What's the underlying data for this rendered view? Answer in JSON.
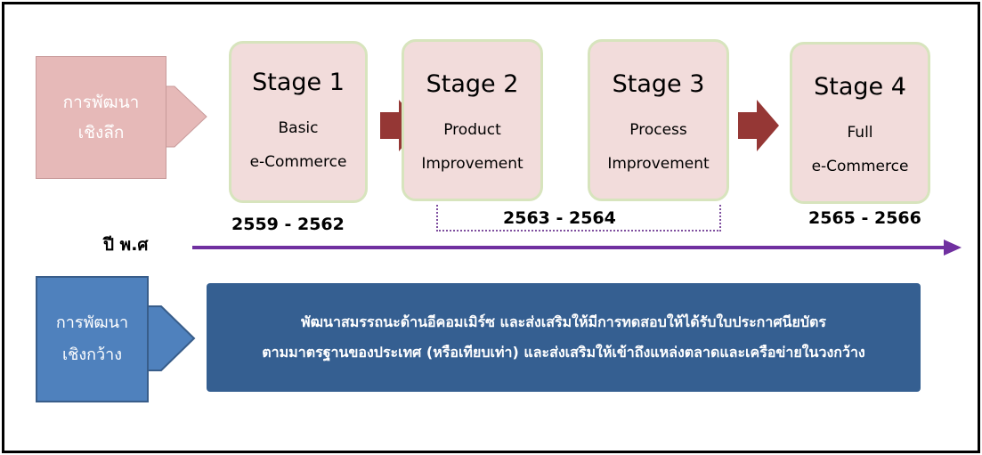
{
  "deep_development": {
    "line1": "การพัฒนา",
    "line2": "เชิงลึก"
  },
  "stages": [
    {
      "title": "Stage 1",
      "line1": "Basic",
      "line2": "e-Commerce"
    },
    {
      "title": "Stage 2",
      "line1": "Product",
      "line2": "Improvement"
    },
    {
      "title": "Stage 3",
      "line1": "Process",
      "line2": "Improvement"
    },
    {
      "title": "Stage 4",
      "line1": "Full",
      "line2": "e-Commerce"
    }
  ],
  "years": {
    "stage1": "2559 - 2562",
    "stage2_3": "2563 - 2564",
    "stage4": "2565 - 2566"
  },
  "axis_label": "ปี พ.ศ",
  "wide_development": {
    "line1": "การพัฒนา",
    "line2": "เชิงกว้าง"
  },
  "description": {
    "line1": "พัฒนาสมรรถนะด้านอีคอมเมิร์ซ และส่งเสริมให้มีการทดสอบให้ได้รับใบประกาศนียบัตร",
    "line2": "ตามมาตรฐานของประเทศ (หรือเทียบเท่า) และส่งเสริมให้เข้าถึงแหล่งตลาดและเครือข่ายในวงกว้าง"
  },
  "colors": {
    "deep_box": "#e6b9b8",
    "wide_box": "#4f81bd",
    "stage_fill": "#f2dcdb",
    "stage_border": "#d7e4bd",
    "stage_arrow": "#953735",
    "timeline": "#7030a0",
    "description_box": "#355f91"
  }
}
